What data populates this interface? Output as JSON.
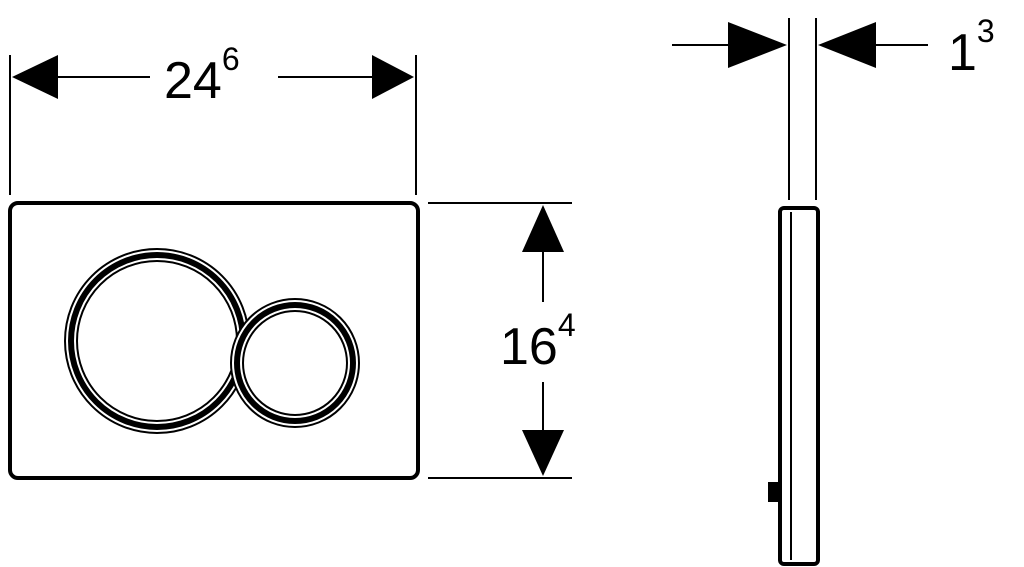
{
  "colors": {
    "line": "#000000",
    "background": "#ffffff"
  },
  "dimensions": {
    "width": {
      "value": "24",
      "superscript": "6"
    },
    "height": {
      "value": "16",
      "superscript": "4"
    },
    "depth": {
      "value": "1",
      "superscript": "3"
    }
  }
}
